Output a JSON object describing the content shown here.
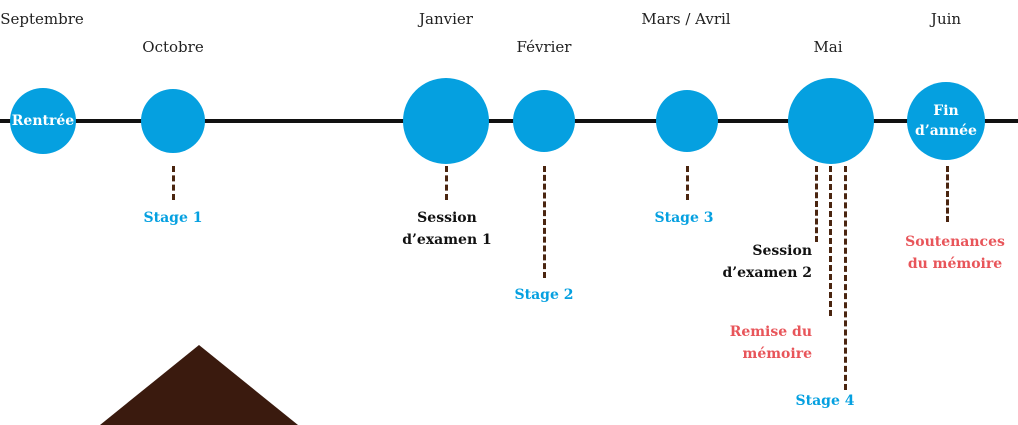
{
  "months": {
    "septembre": "Septembre",
    "octobre": "Octobre",
    "janvier": "Janvier",
    "fevrier": "Février",
    "mars_avril": "Mars / Avril",
    "mai": "Mai",
    "juin": "Juin"
  },
  "milestones": {
    "rentree": "Rentrée",
    "fin_line1": "Fin",
    "fin_line2": "d’année"
  },
  "events": {
    "stage1": "Stage 1",
    "session1_line1": "Session",
    "session1_line2": "d’examen 1",
    "stage2": "Stage 2",
    "stage3": "Stage 3",
    "session2_line1": "Session",
    "session2_line2": "d’examen 2",
    "remise_line1": "Remise du",
    "remise_line2": "mémoire",
    "stage4": "Stage 4",
    "soutenances_line1": "Soutenances",
    "soutenances_line2": "du mémoire"
  },
  "colors": {
    "circle": "#05a0e0",
    "line": "#111111",
    "dash": "#4a2510",
    "blue_label": "#05a0e0",
    "red_label": "#e8555a",
    "shape": "#3a1a0e"
  }
}
